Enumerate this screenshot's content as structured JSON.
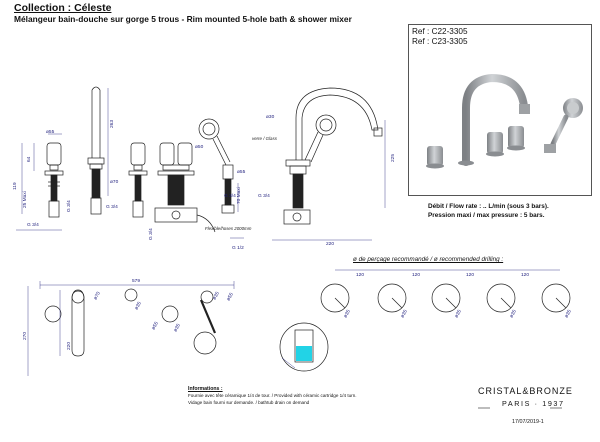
{
  "header": {
    "collection": "Collection : Céleste",
    "subtitle": "Mélangeur bain-douche sur gorge 5 trous - Rim mounted 5-hole bath & shower mixer"
  },
  "refs": [
    "Ref : C22-3305",
    "Ref : C23-3305"
  ],
  "specs": {
    "flow": "Débit / Flow rate : .. L/min (sous  3 bars).",
    "pressure": "Pression maxi / max pressure : 5 bars."
  },
  "drilling": {
    "title": "ø de perçage recommandé / ø recommended drilling :",
    "spacing_labels": [
      "120",
      "120",
      "120",
      "120"
    ],
    "hole_labels": [
      "ø35",
      "ø35",
      "ø35",
      "ø35",
      "ø35"
    ]
  },
  "dimensions": {
    "top": [
      "ø55",
      "64",
      "119",
      "25 Maxi",
      "G 3/4",
      "G 3/4",
      "G 3/4",
      "263",
      "ø70",
      "ø50",
      "ø55",
      "ø30",
      "70 Maxi",
      "G 3/4",
      "G 1/2",
      "G 3/4",
      "G 3/4",
      "220",
      "225"
    ],
    "bottom": [
      "579",
      "ø35",
      "ø55",
      "ø35",
      "ø35",
      "ø70",
      "ø55",
      "270",
      "220"
    ]
  },
  "notes": {
    "glass": "verre / Glass",
    "hoses": "Flexible/hoses 2000mm"
  },
  "info": {
    "title": "Informations :",
    "lines": [
      "Fournie avec tête céramique 1/4 de tour. / Provided with céramic cartridge 1/4 turn.",
      "Vidage bain fourni sur demande. / bathtub drain on demand"
    ]
  },
  "brand": {
    "name": "CRISTAL&BRONZE",
    "sub": "PARIS · 1937"
  },
  "date": "17/07/2019-1",
  "colors": {
    "line": "#222222",
    "dimension": "#1a1a7a",
    "metal": "#a9acaf",
    "water": "#22d3e6"
  }
}
